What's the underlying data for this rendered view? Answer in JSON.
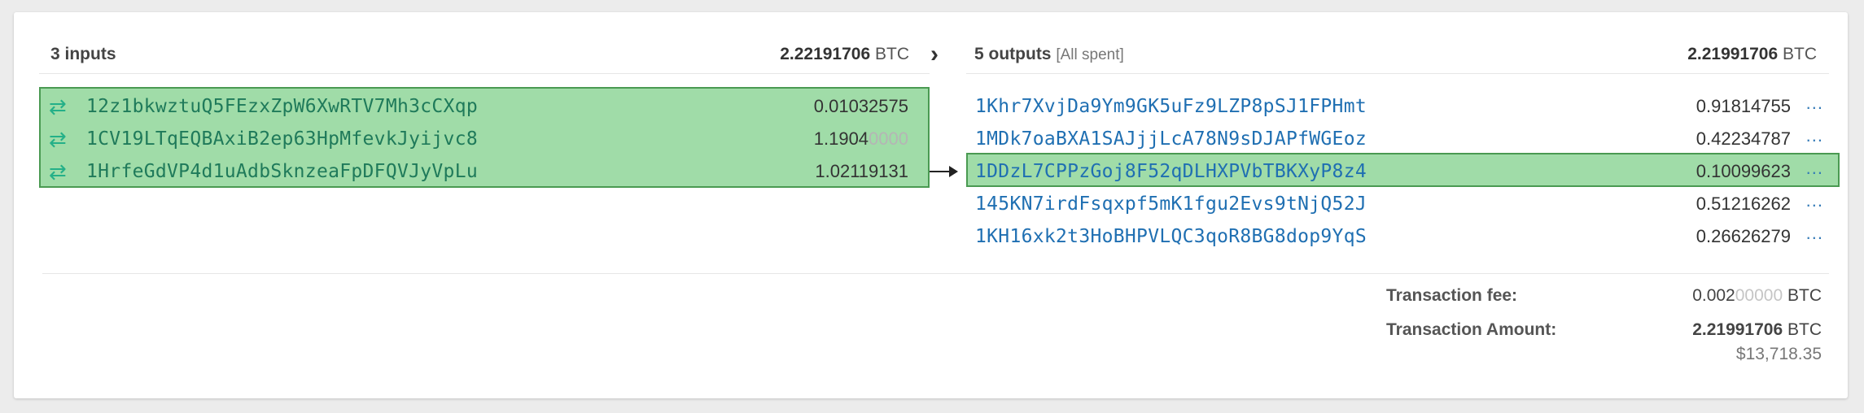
{
  "inputs": {
    "title": "3 inputs",
    "total_value": "2.22191706",
    "unit": "BTC",
    "rows": [
      {
        "address": "12z1bkwztuQ5FEzxZpW6XwRTV7Mh3cCXqp",
        "value": "0.01032575",
        "value_faded": ""
      },
      {
        "address": "1CV19LTqEQBAxiB2ep63HpMfevkJyijvc8",
        "value": "1.1904",
        "value_faded": "0000"
      },
      {
        "address": "1HrfeGdVP4d1uAdbSknzeaFpDFQVJyVpLu",
        "value": "1.02119131",
        "value_faded": ""
      }
    ]
  },
  "outputs": {
    "title": "5 outputs",
    "status": "[All spent]",
    "total_value": "2.21991706",
    "unit": "BTC",
    "more_label": "...",
    "rows": [
      {
        "address": "1Khr7XvjDa9Ym9GK5uFz9LZP8pSJ1FPHmt",
        "value": "0.91814755",
        "highlighted": false
      },
      {
        "address": "1MDk7oaBXA1SAJjjLcA78N9sDJAPfWGEoz",
        "value": "0.42234787",
        "highlighted": false
      },
      {
        "address": "1DDzL7CPPzGoj8F52qDLHXPVbTBKXyP8z4",
        "value": "0.10099623",
        "highlighted": true
      },
      {
        "address": "145KN7irdFsqxpf5mK1fgu2Evs9tNjQ52J",
        "value": "0.51216262",
        "highlighted": false
      },
      {
        "address": "1KH16xk2t3HoBHPVLQC3qoR8BG8dop9YqS",
        "value": "0.26626279",
        "highlighted": false
      }
    ]
  },
  "summary": {
    "fee_label": "Transaction fee:",
    "fee_value": "0.002",
    "fee_value_faded": "00000",
    "fee_unit": "BTC",
    "amount_label": "Transaction Amount:",
    "amount_value": "2.21991706",
    "amount_unit": "BTC",
    "amount_usd": "$13,718.35"
  },
  "icons": {
    "input_row_icon": "transfer-arrows-icon",
    "separator_icon": "chevron-right-icon",
    "link_arrow": "arrow-right-icon"
  },
  "colors": {
    "highlight_bg": "#a0dca8",
    "highlight_border": "#4a9a52",
    "input_address": "#1f7a5a",
    "output_address": "#1f6fb2",
    "arrows_icon": "#24b088"
  }
}
